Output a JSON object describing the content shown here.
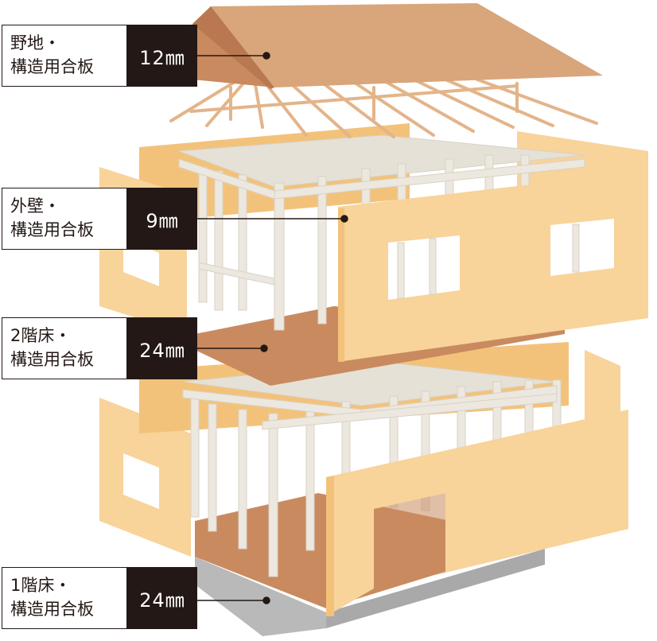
{
  "labels": [
    {
      "id": "roof",
      "line1": "野地・",
      "line2": "構造用合板",
      "thickness": "12㎜"
    },
    {
      "id": "wall",
      "line1": "外壁・",
      "line2": "構造用合板",
      "thickness": "9㎜"
    },
    {
      "id": "floor2",
      "line1": "2階床・",
      "line2": "構造用合板",
      "thickness": "24㎜"
    },
    {
      "id": "floor1",
      "line1": "1階床・",
      "line2": "構造用合板",
      "thickness": "24㎜"
    }
  ],
  "colors": {
    "roof": "#d9a57a",
    "rafter": "#e3b48a",
    "panel": "#f8d39a",
    "panel_dark": "#f3c27a",
    "frame": "#ece8df",
    "frame_shade": "#d8d2c5",
    "floor": "#c98a5f",
    "foundation": "#b9b9b9",
    "label_dark": "#231815"
  }
}
